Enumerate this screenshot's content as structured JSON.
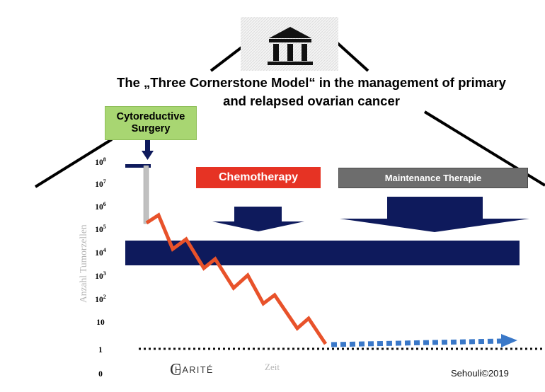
{
  "title_line1": "The „Three Cornerstone Model“ in the management of primary",
  "title_line2": "and relapsed ovarian cancer",
  "cornerstone_labels": {
    "surgery_line1": "Cytoreductive",
    "surgery_line2": "Surgery",
    "chemotherapy": "Chemotherapy",
    "maintenance": "Maintenance Therapie"
  },
  "axis": {
    "y_label": "Anzahl Tumorzellen",
    "x_label": "Zeit",
    "y_ticks": [
      {
        "base": "10",
        "exp": "8"
      },
      {
        "base": "10",
        "exp": "7"
      },
      {
        "base": "10",
        "exp": "6"
      },
      {
        "base": "10",
        "exp": "5"
      },
      {
        "base": "10",
        "exp": "4"
      },
      {
        "base": "10",
        "exp": "3"
      },
      {
        "base": "10",
        "exp": "2"
      },
      {
        "base": "10",
        "exp": ""
      },
      {
        "base": "1",
        "exp": ""
      },
      {
        "base": "0",
        "exp": ""
      }
    ]
  },
  "logo": {
    "mark": "C",
    "text": "HARITÉ"
  },
  "credit": "Sehouli©2019",
  "icons": {
    "roof": "temple-icon"
  },
  "colors": {
    "surgery": "#a8d672",
    "chemotherapy": "#e63324",
    "maintenance": "#6d6d6d",
    "navy": "#0e1a5c",
    "tumor_curve": "#e8522a",
    "maintenance_arrow": "#3a78c8"
  }
}
